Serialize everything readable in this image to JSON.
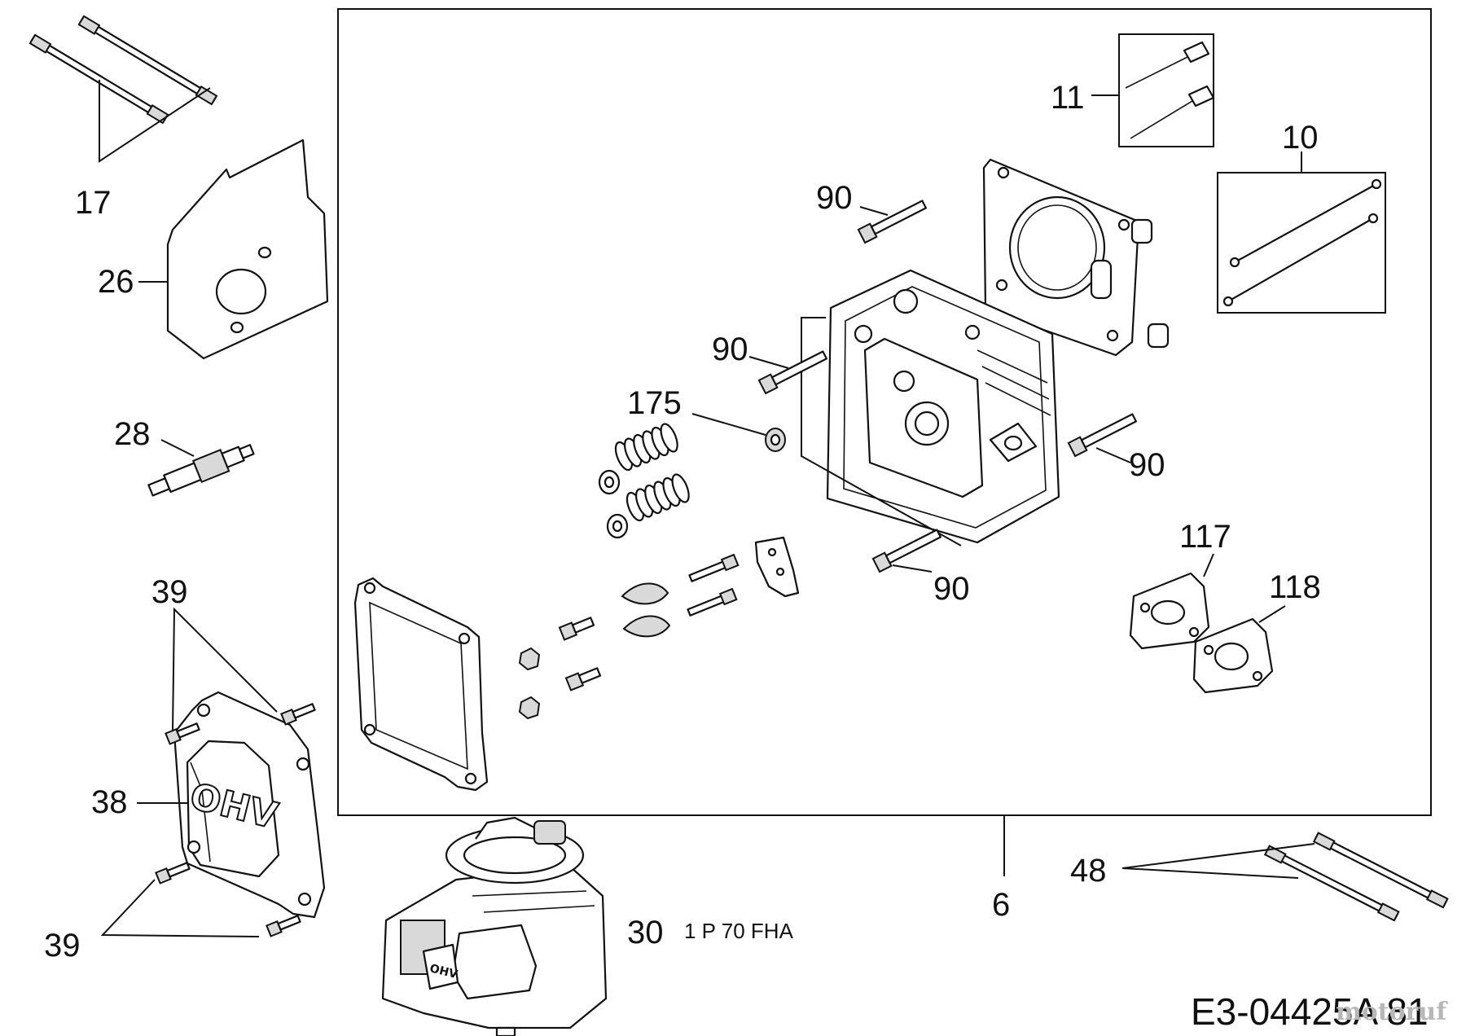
{
  "callouts": {
    "l17": "17",
    "l26": "26",
    "l28": "28",
    "l39_top": "39",
    "l38": "38",
    "l39_bottom": "39",
    "l11": "11",
    "l10": "10",
    "l90_a": "90",
    "l90_b": "90",
    "l175": "175",
    "l90_c": "90",
    "l90_d": "90",
    "l117": "117",
    "l118": "118",
    "l48": "48",
    "l6": "6",
    "l30": "30",
    "engine_model": "1 P 70 FHA",
    "cover_text": "OHV"
  },
  "diagram_code": "E3-04425A 81",
  "watermark": "motoruf"
}
